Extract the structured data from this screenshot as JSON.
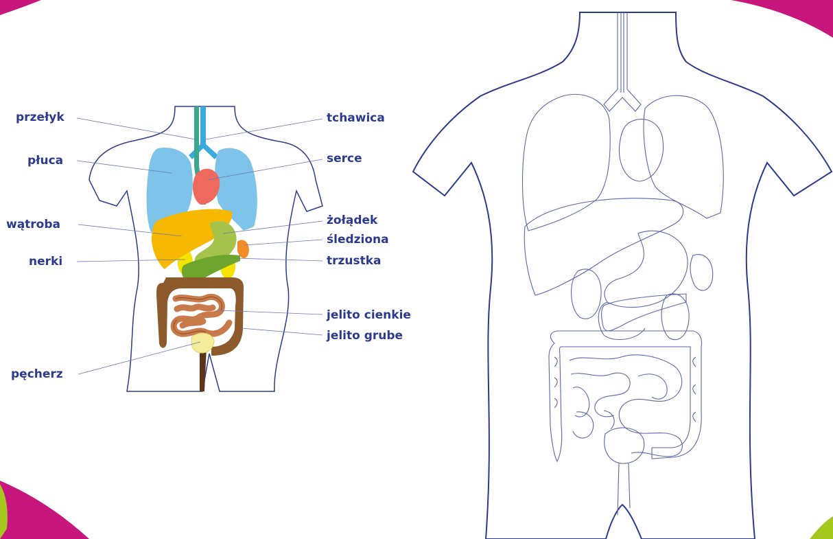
{
  "labels": {
    "left": [
      "przełyk",
      "płuca",
      "wątroba",
      "nerki",
      "pęcherz"
    ],
    "right": [
      "tchawica",
      "serce",
      "żołądek",
      "śledziona",
      "trzustka",
      "jelito cienkie",
      "jelito grube"
    ]
  },
  "colors": {
    "outline": "#2b3a8c",
    "label": "#2b3a8c",
    "leader": "#6b76b5",
    "corner_magenta": "#c8167f",
    "corner_green": "#a6c81e",
    "lungs": "#7ec4ea",
    "heart": "#ee6a5e",
    "liver": "#f6b800",
    "stomach": "#a5c34a",
    "spleen": "#f28c28",
    "pancreas": "#6ea62d",
    "kidneys": "#f4e200",
    "large_intestine": "#8c5a2b",
    "small_intestine": "#c97a4a",
    "bladder": "#f5ec9a",
    "esophagus": "#3aa78f",
    "trachea": "#3aa9de"
  }
}
